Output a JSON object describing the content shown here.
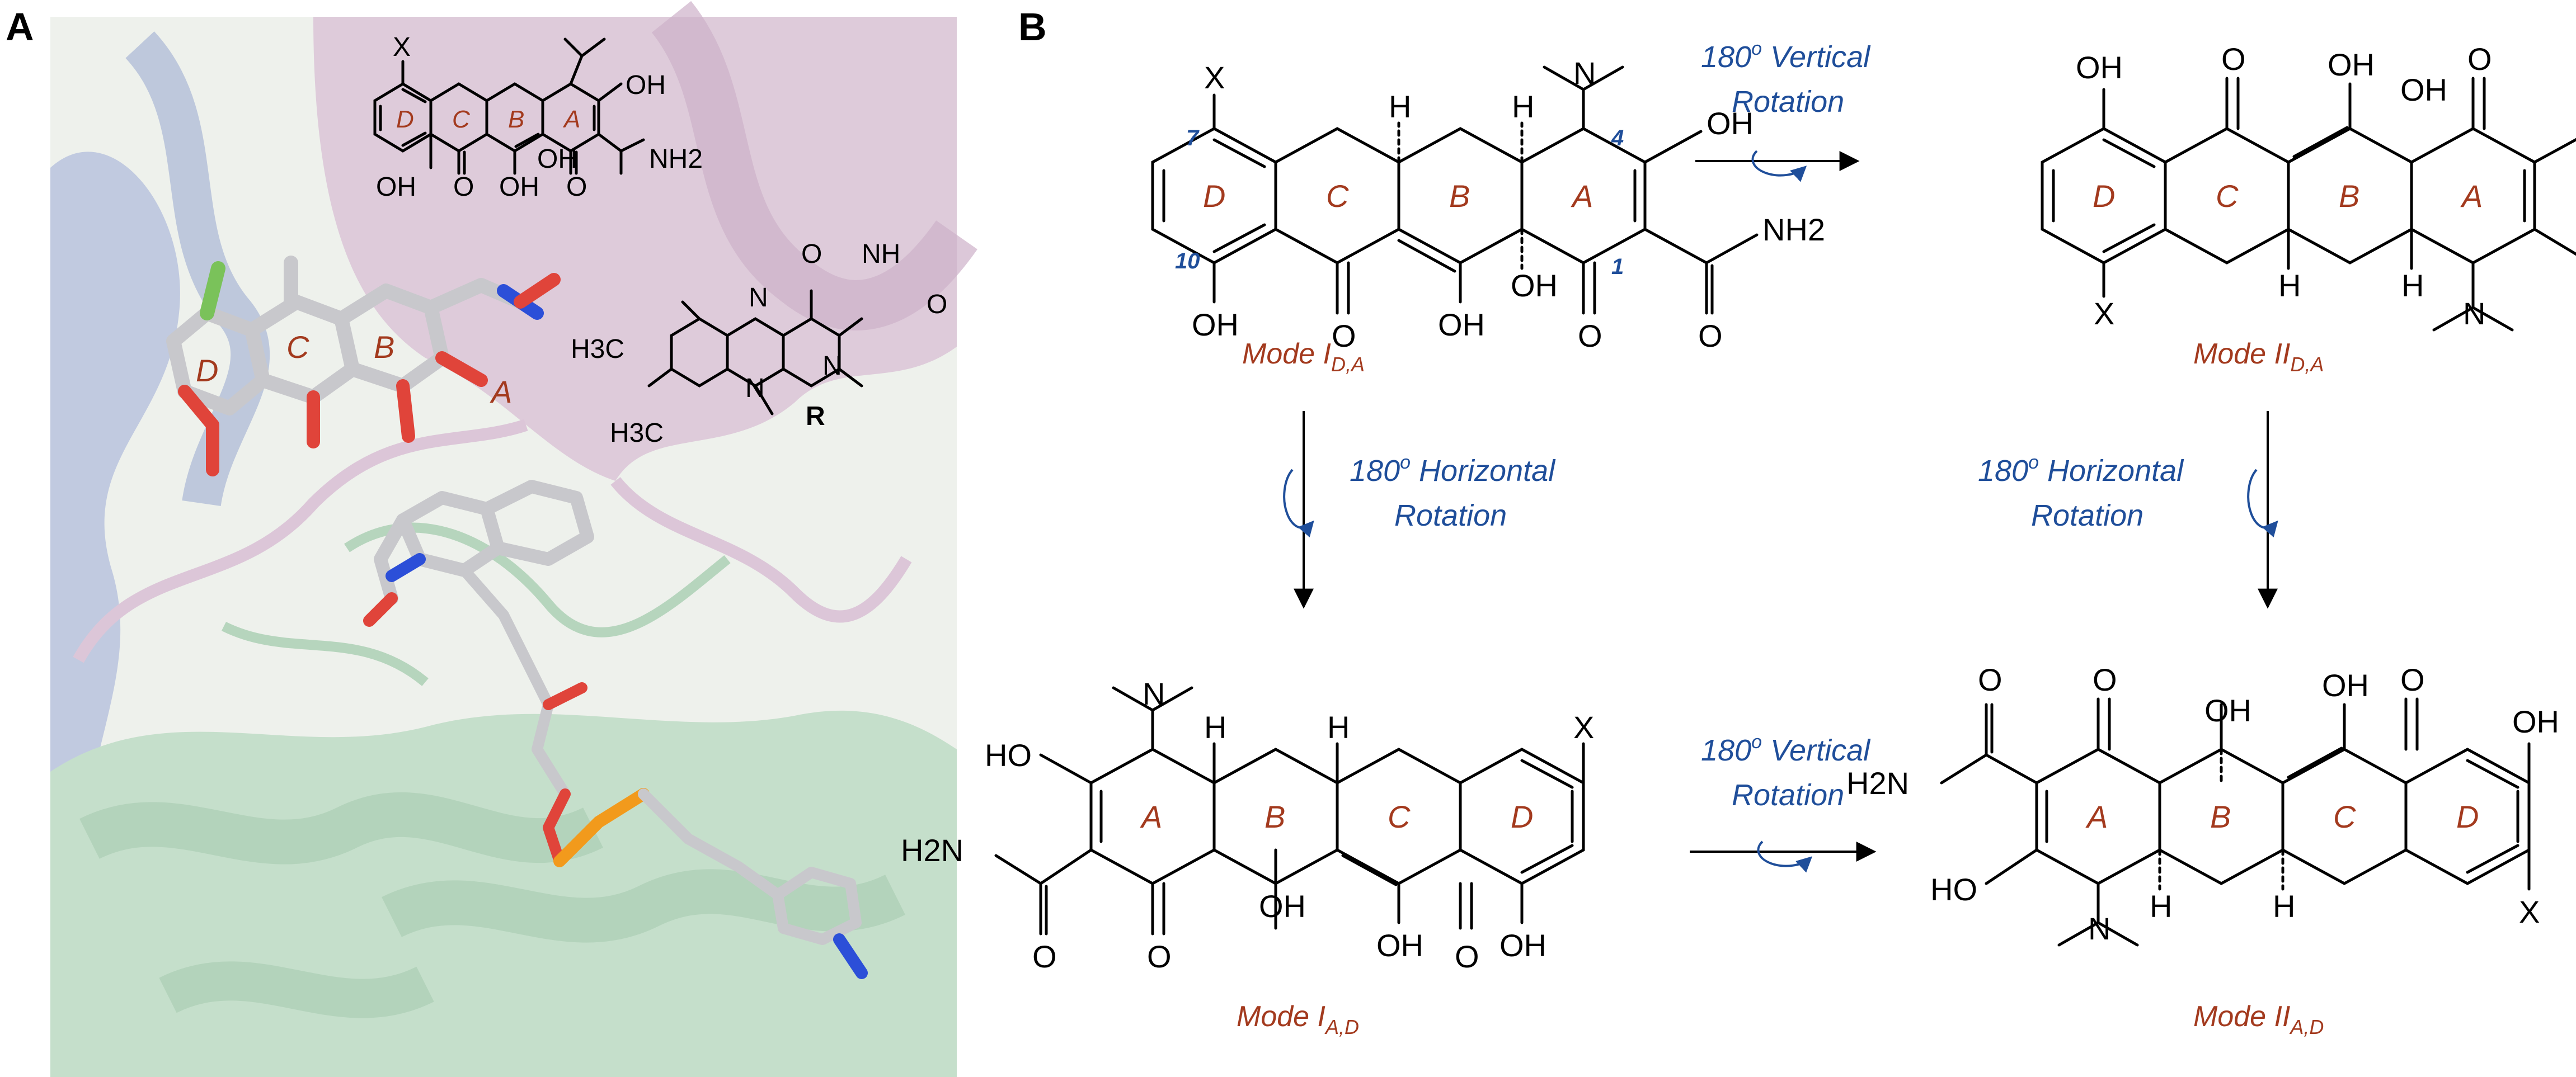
{
  "panels": {
    "a_letter": "A",
    "b_letter": "B"
  },
  "panel_a": {
    "x_label": "X",
    "oh_labels": [
      "OH",
      "OH",
      "OH",
      "OH"
    ],
    "o_labels": [
      "O",
      "O"
    ],
    "nh2_label": "NH2",
    "rings": [
      "D",
      "C",
      "B",
      "A"
    ],
    "protein_rings": [
      "D",
      "C",
      "B",
      "A"
    ],
    "flavin": {
      "ch3_top": "H3C",
      "ch3_bottom": "H3C",
      "n_labels": [
        "N",
        "N",
        "N",
        "NH"
      ],
      "o_labels": [
        "O",
        "O"
      ],
      "r_label": "R"
    },
    "colors": {
      "pink_ribbon": "#dcc6d8",
      "blue_ribbon": "#b9c3de",
      "green_ribbon": "#c5dfcb",
      "carbon_stick": "#c8c8cc",
      "oxygen": "#e0443a",
      "nitrogen": "#2c4fd8",
      "phosphorus": "#f29a1c",
      "chlorine": "#7ac25a"
    }
  },
  "molecule_labels": {
    "x": "X",
    "h": "H",
    "n": "N",
    "oh": "OH",
    "o": "O",
    "nh2": "NH2",
    "h2n": "H2N",
    "ho": "HO",
    "num_7": "7",
    "num_4": "4",
    "num_10": "10",
    "num_1": "1",
    "rings": [
      "A",
      "B",
      "C",
      "D"
    ]
  },
  "modes": {
    "tl": "Mode I",
    "tl_sub": "D,A",
    "tr": "Mode II",
    "tr_sub": "D,A",
    "bl": "Mode I",
    "bl_sub": "A,D",
    "br": "Mode II",
    "br_sub": "A,D"
  },
  "rotations": {
    "top_1": "180",
    "top_sup": "o",
    "top_2": " Vertical",
    "top_3": "Rotation",
    "bottom_1": "180",
    "bottom_sup": "o",
    "bottom_2": " Vertical",
    "bottom_3": "Rotation",
    "left_1": "180",
    "left_sup": "o",
    "left_2": " Horizontal",
    "left_3": "Rotation",
    "right_1": "180",
    "right_sup": "o",
    "right_2": " Horizontal",
    "right_3": "Rotation"
  },
  "colors": {
    "ring_label": "#a33a1e",
    "rotation_text": "#1f4e9a",
    "numbering": "#1f4e9a"
  }
}
